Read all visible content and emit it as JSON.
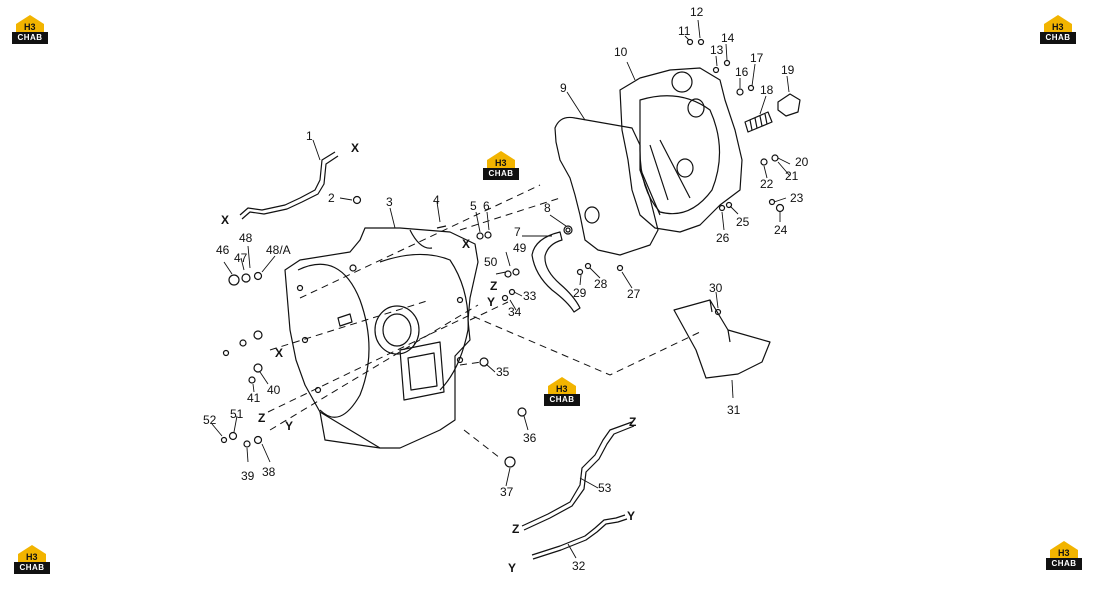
{
  "watermark": {
    "brand": "CHAB",
    "mark": "H3",
    "accent": "#f2b400"
  },
  "callouts": [
    "1",
    "2",
    "3",
    "4",
    "5",
    "6",
    "7",
    "8",
    "9",
    "10",
    "11",
    "12",
    "13",
    "14",
    "16",
    "17",
    "18",
    "19",
    "20",
    "21",
    "22",
    "23",
    "24",
    "25",
    "26",
    "27",
    "28",
    "29",
    "30",
    "31",
    "32",
    "33",
    "34",
    "35",
    "36",
    "37",
    "38",
    "39",
    "40",
    "41",
    "46",
    "47",
    "48",
    "48/A",
    "49",
    "50",
    "51",
    "52",
    "53"
  ],
  "ref_letters": [
    "X",
    "X",
    "X",
    "X",
    "Z",
    "Z",
    "Z",
    "Y",
    "Y",
    "Y",
    "Z",
    "Y"
  ]
}
